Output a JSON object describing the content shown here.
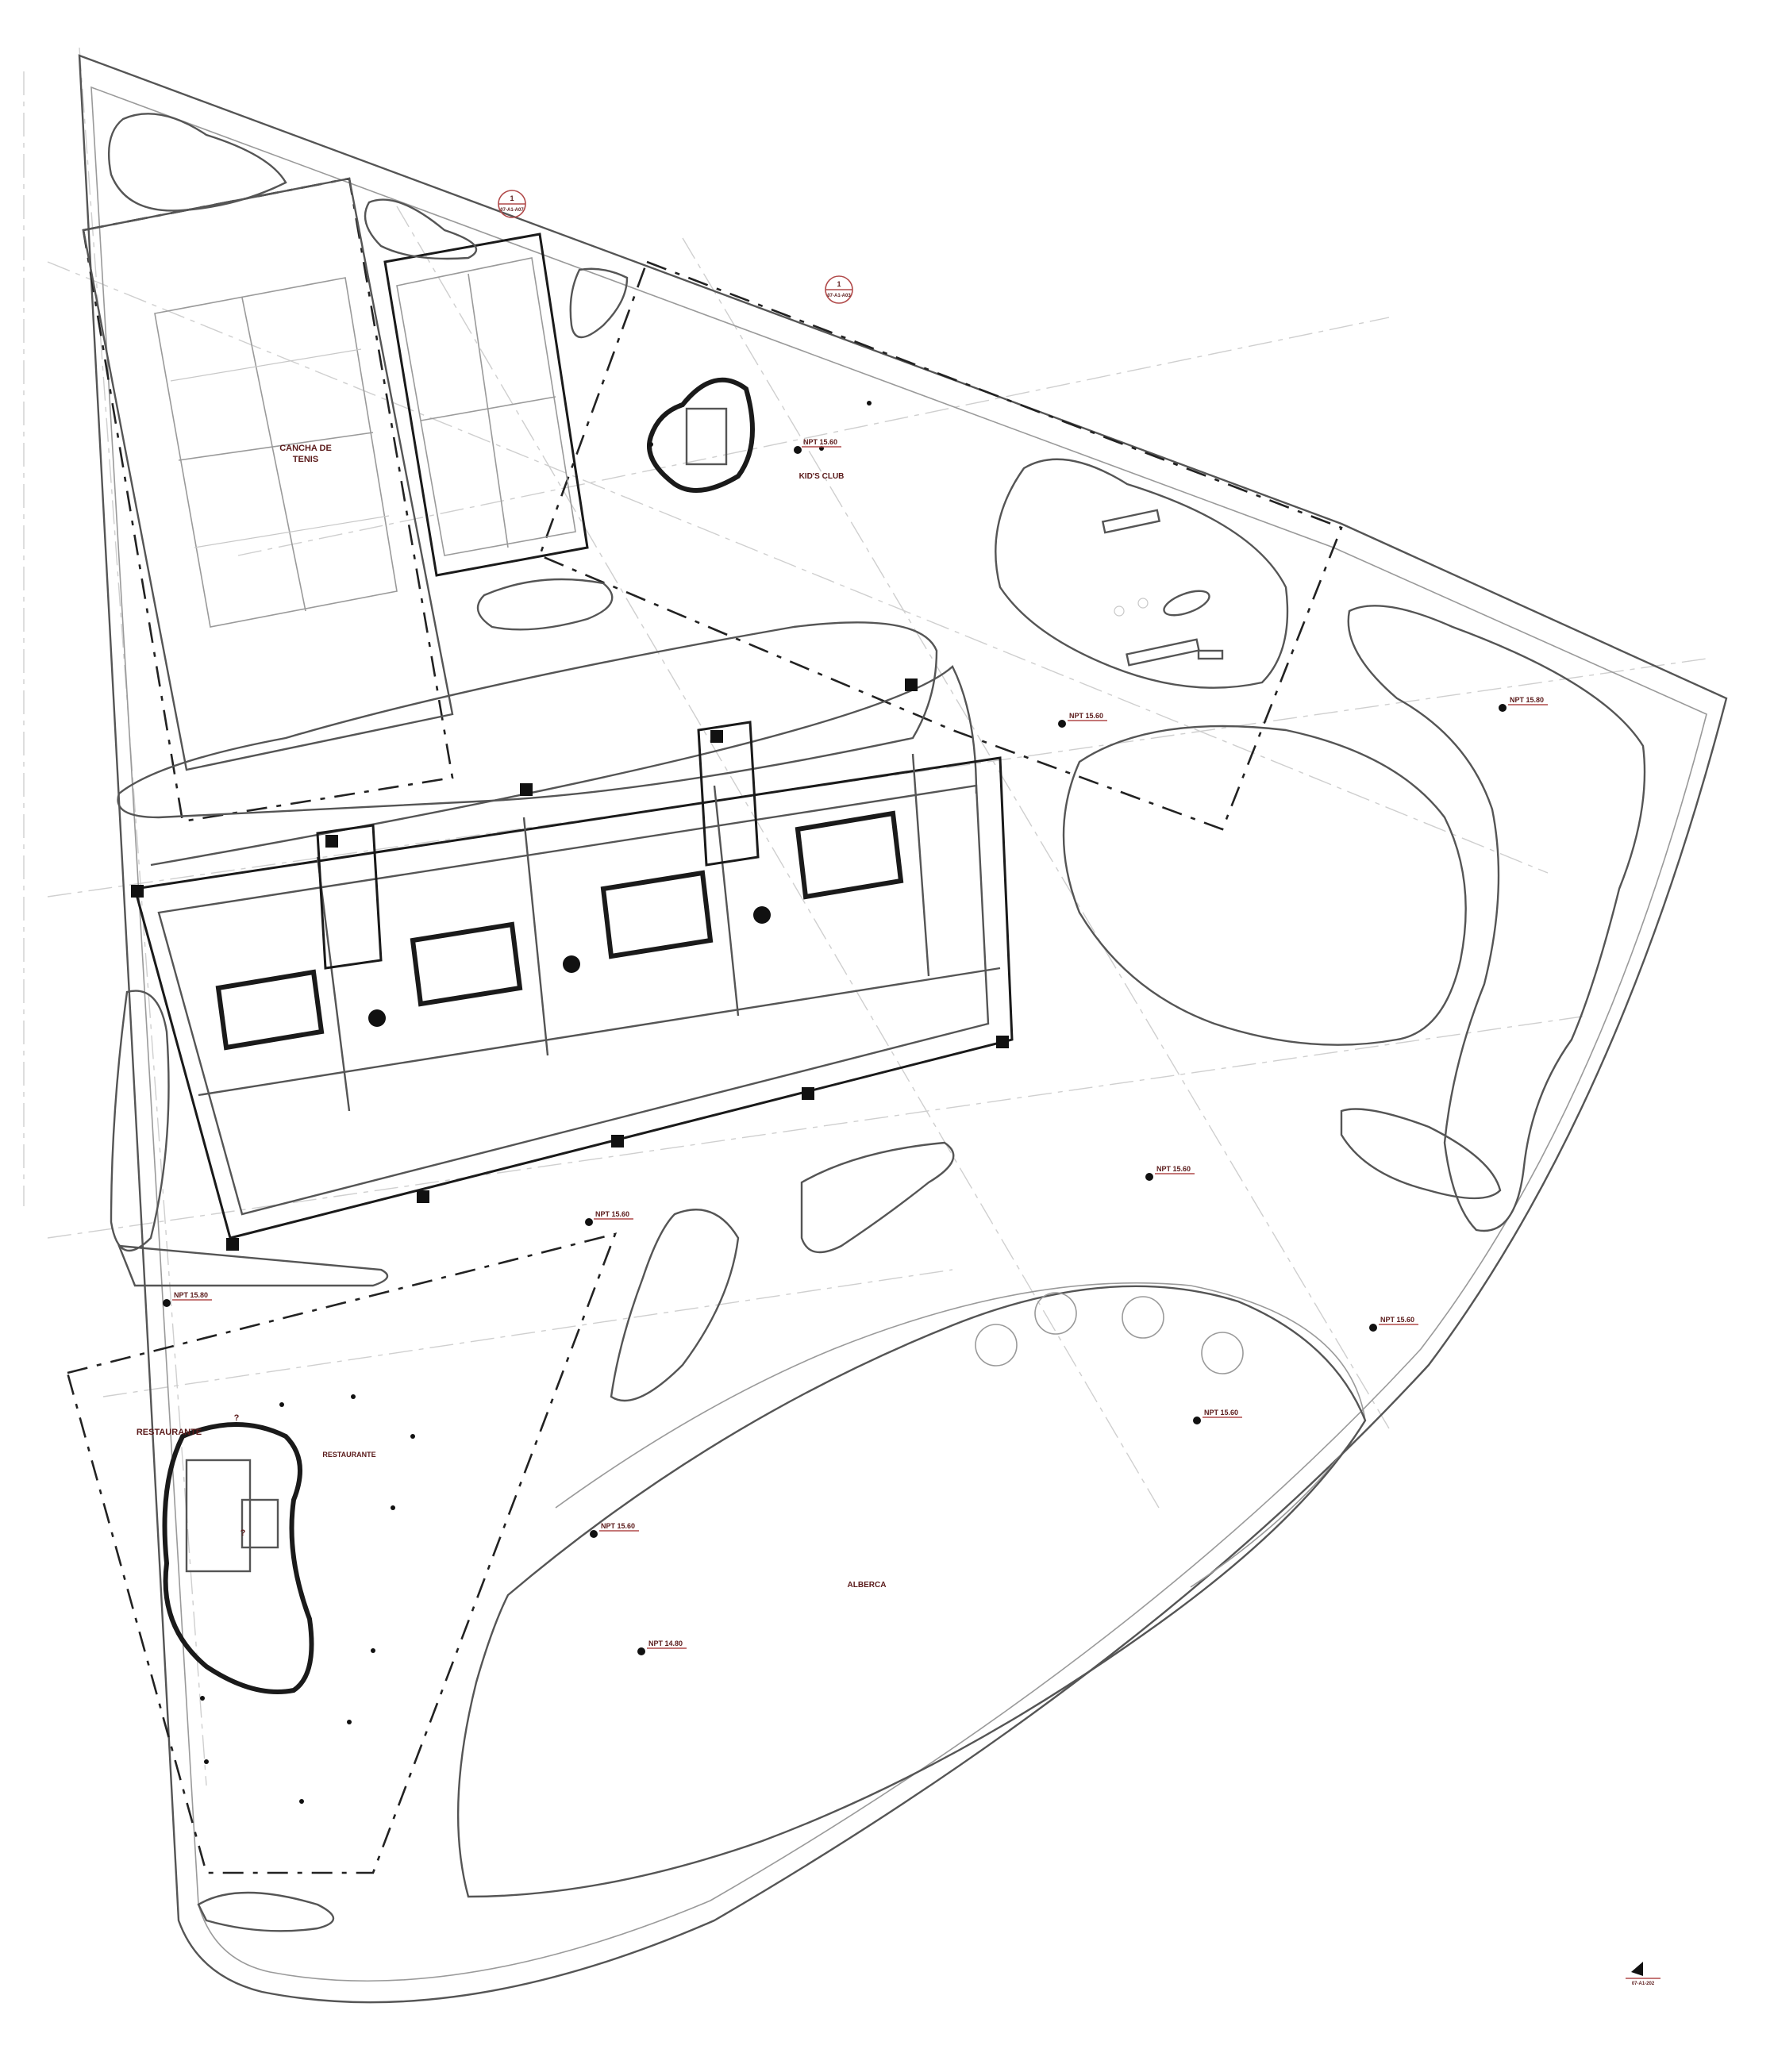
{
  "labels": {
    "tennis": [
      "CANCHA DE",
      "TENIS"
    ],
    "kids_club": "KID'S CLUB",
    "restaurante_1": "RESTAURANTE",
    "restaurante_2": "RESTAURANTE",
    "alberca": "ALBERCA",
    "section_marker_1_top": "1",
    "section_marker_1_bottom": "07-A1-A07",
    "section_marker_2_top": "1",
    "section_marker_2_bottom": "07-A1-A03",
    "north_code": "07-A1-202",
    "question_1": "?",
    "question_2": "?"
  },
  "levels": [
    "NPT 15.60",
    "NPT 15.60",
    "NPT 15.80",
    "NPT 15.60",
    "NPT 15.80",
    "NPT 15.60",
    "NPT 15.60",
    "NPT 15.60",
    "NPT 15.60",
    "NPT 14.80"
  ],
  "colors": {
    "label_text": "#5a1a1a",
    "line_dark": "#1a1a1a",
    "line_light": "#9a9a9a"
  }
}
